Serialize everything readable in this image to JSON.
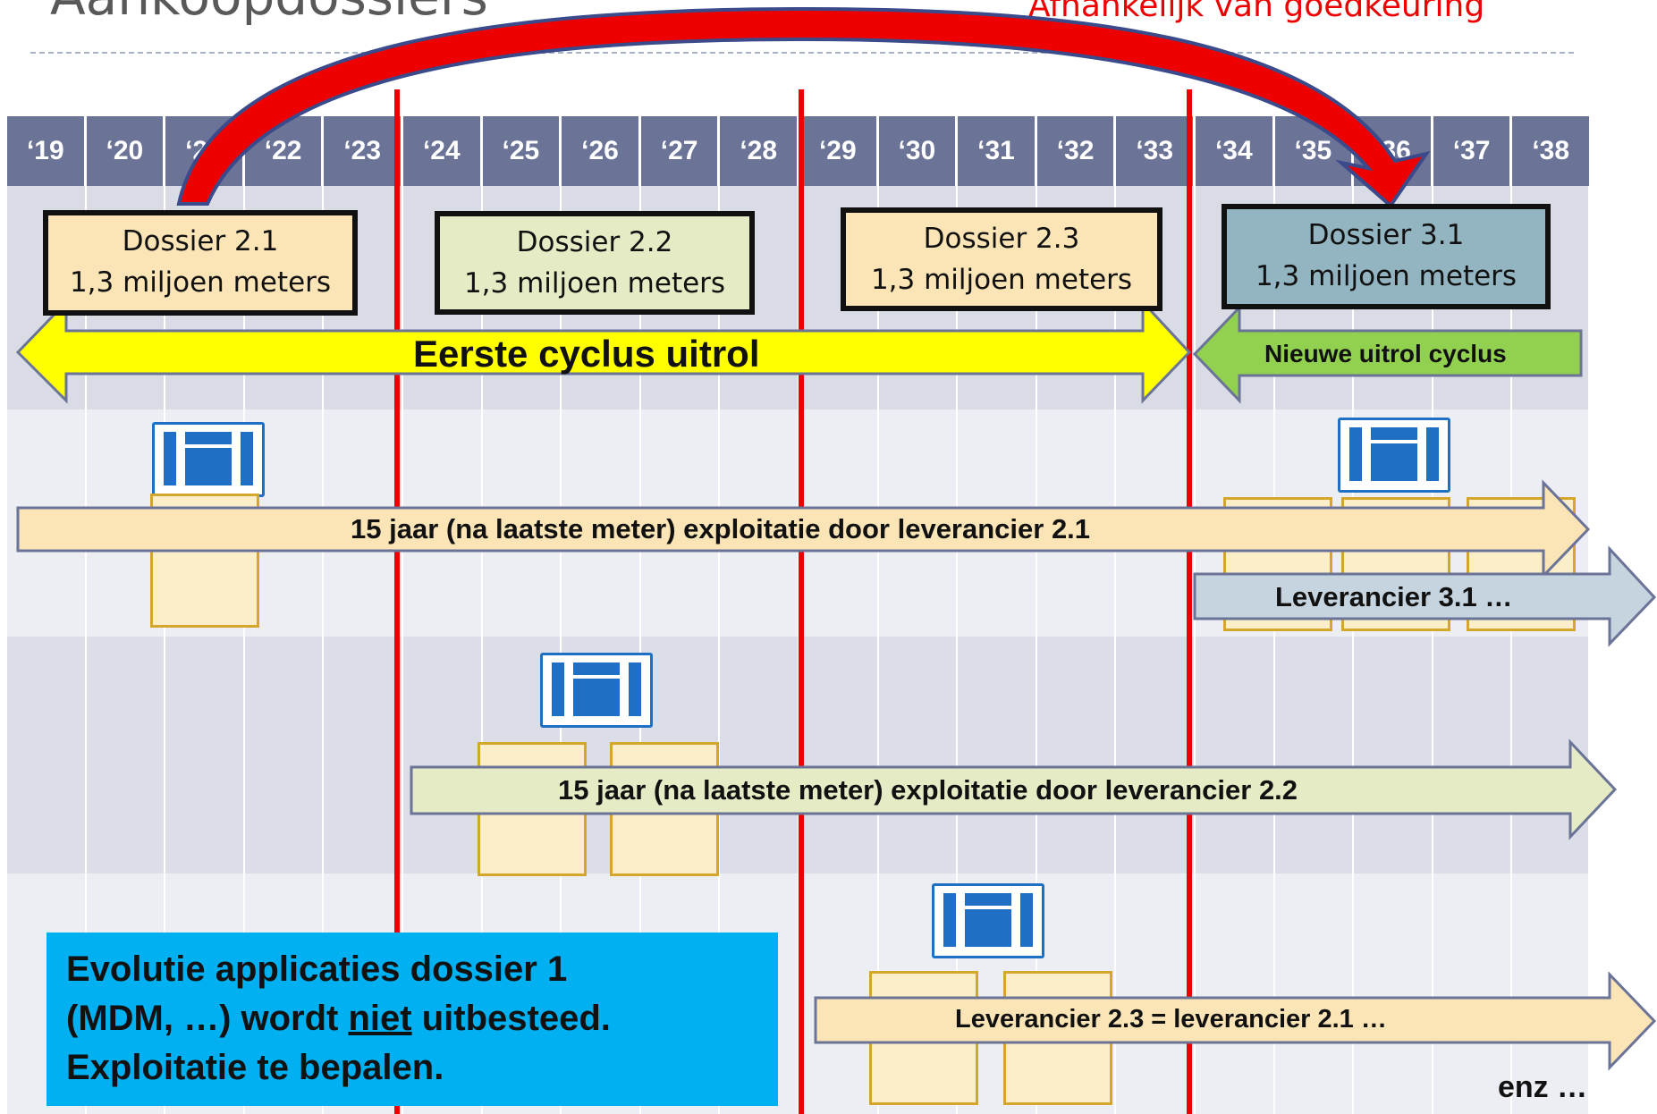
{
  "title": "Aankoopdossiers",
  "subtitle": "Afhankelijk van goedkeuring",
  "years": [
    "‘19",
    "‘20",
    "‘21",
    "‘22",
    "‘23",
    "‘24",
    "‘25",
    "‘26",
    "‘27",
    "‘28",
    "‘29",
    "‘30",
    "‘31",
    "‘32",
    "‘33",
    "‘34",
    "‘35",
    "‘36",
    "‘37",
    "‘38"
  ],
  "dossiers": [
    {
      "name": "Dossier 2.1",
      "meters": "1,3 miljoen meters"
    },
    {
      "name": "Dossier 2.2",
      "meters": "1,3 miljoen meters"
    },
    {
      "name": "Dossier 2.3",
      "meters": "1,3 miljoen meters"
    },
    {
      "name": "Dossier 3.1",
      "meters": "1,3 miljoen meters"
    }
  ],
  "cycles": {
    "first": "Eerste cyclus uitrol",
    "new": "Nieuwe uitrol cyclus"
  },
  "exploitation": {
    "d21": "15 jaar (na laatste meter) exploitatie door leverancier 2.1",
    "d31": "Leverancier 3.1 …",
    "d22": "15 jaar (na laatste meter) exploitatie door leverancier 2.2",
    "d23": "Leverancier 2.3 = leverancier 2.1 …"
  },
  "evolution": {
    "line1": "Evolutie applicaties dossier 1",
    "line2a": "(MDM, …) wordt ",
    "line2u": "niet",
    "line2b": " uitbesteed.",
    "line3": "Exploitatie te bepalen."
  },
  "enz": "enz …",
  "colors": {
    "header": "#6b7397",
    "redline": "#ee0000",
    "first_cycle": "#ffff00",
    "new_cycle": "#92d050",
    "evolution_box": "#00b0f0"
  }
}
